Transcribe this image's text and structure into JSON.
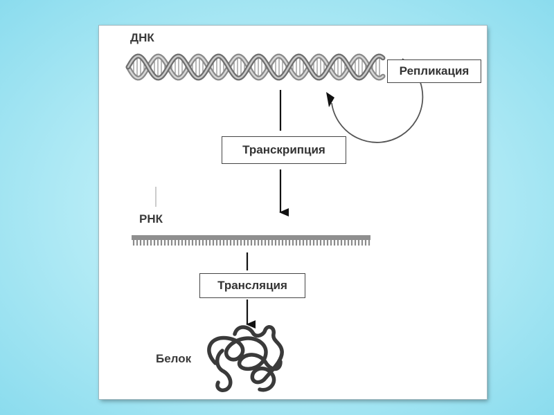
{
  "diagram": {
    "labels": {
      "dna": "ДНК",
      "rna": "РНК",
      "protein": "Белок"
    },
    "processes": {
      "replication": "Репликация",
      "transcription": "Транскрипция",
      "translation": "Трансляция"
    }
  },
  "colors": {
    "background": "#8bdcee",
    "panel": "#ffffff",
    "ink": "#333333",
    "strand": "#8f8f8f"
  }
}
